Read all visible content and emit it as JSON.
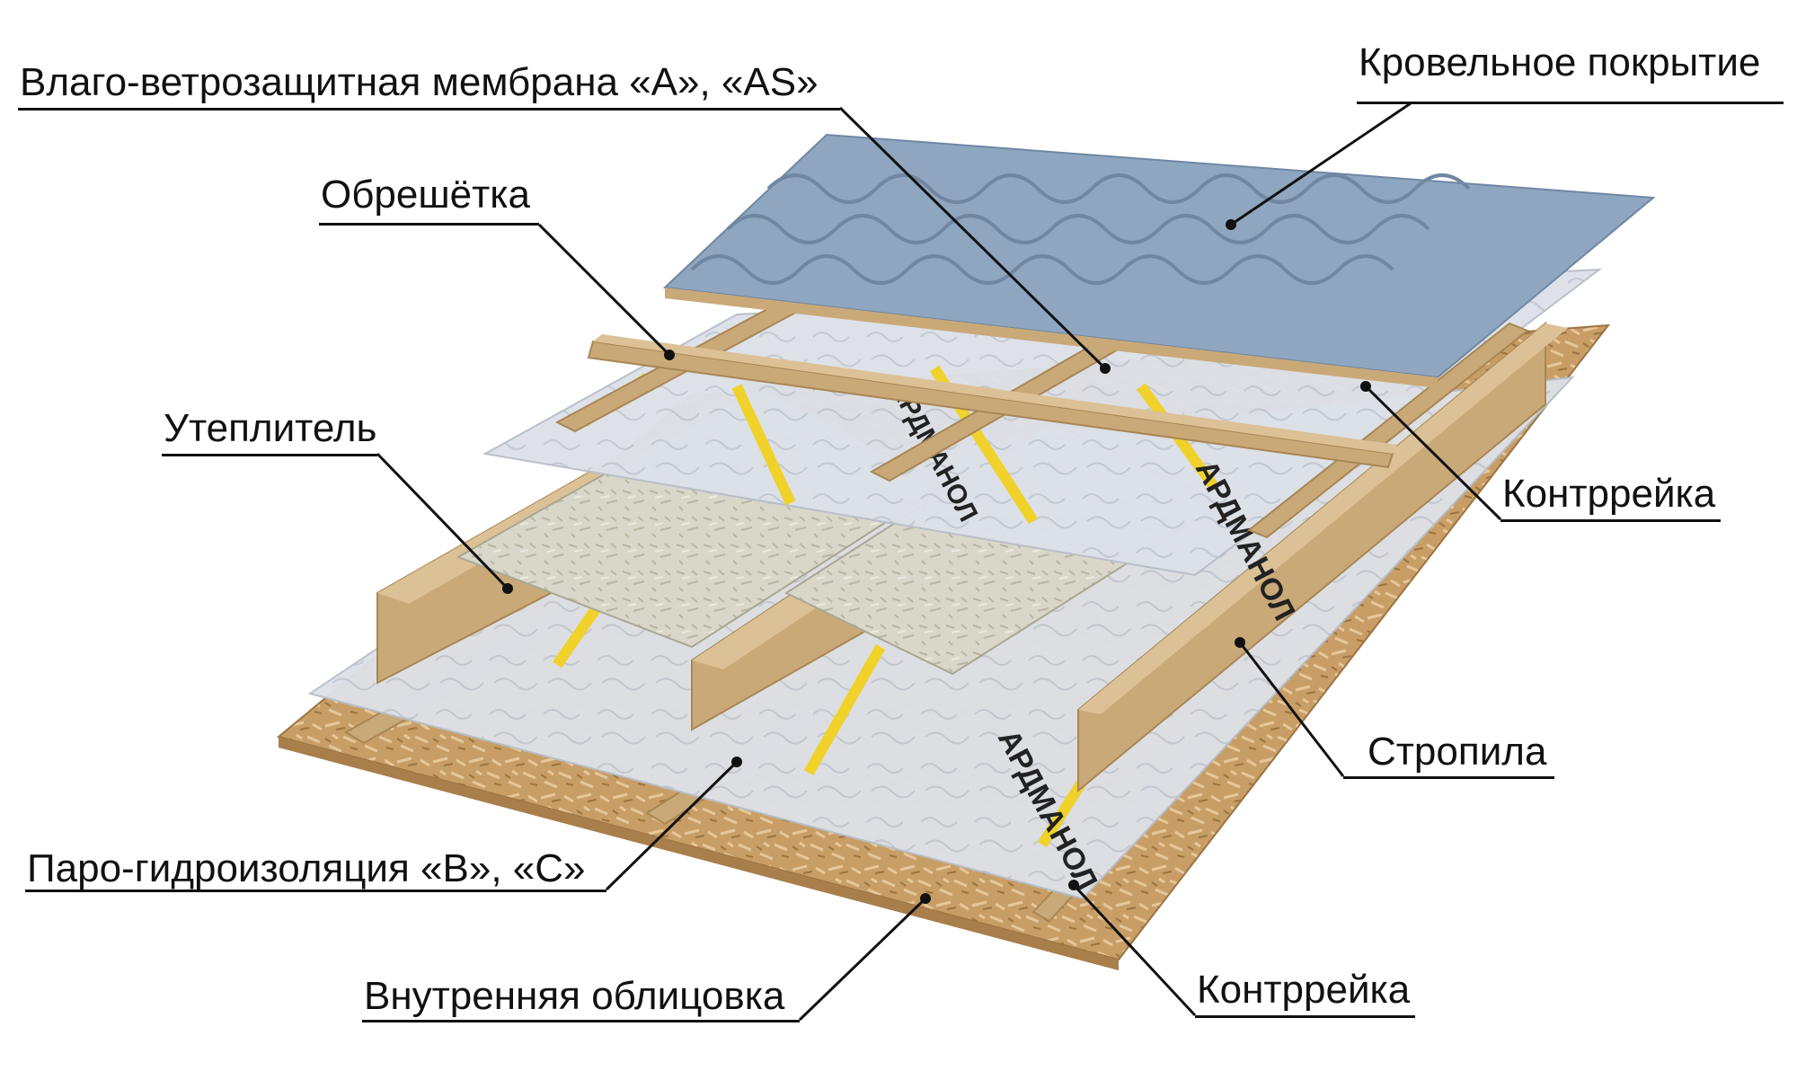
{
  "labels": {
    "membrane_top": "Влаго-ветрозащитная мембрана «А», «AS»",
    "roof_covering": "Кровельное покрытие",
    "battens": "Обрешётка",
    "insulation": "Утеплитель",
    "counter_batten_top": "Контррейка",
    "rafters": "Стропила",
    "vapor_barrier": "Паро-гидроизоляция «B», «C»",
    "inner_lining": "Внутренняя облицовка",
    "counter_batten_bottom": "Контррейка"
  },
  "brand_text": "АРДМАНОЛ",
  "colors": {
    "roof": "#8fa6c0",
    "roof_dark": "#6f87a3",
    "wood": "#c9a978",
    "wood_dark": "#a88755",
    "membrane": "#dfe3ea",
    "stripe": "#f0d22a",
    "osb": "#c89e66",
    "insulation": "#d9d8cc"
  }
}
